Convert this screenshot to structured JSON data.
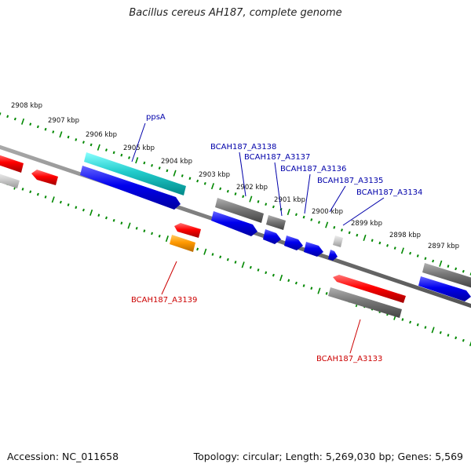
{
  "title": "Bacillus cereus AH187, complete genome",
  "footer": {
    "accession": "Accession: NC_011658",
    "topology": "Topology: circular; Length: 5,269,030 bp; Genes: 5,569"
  },
  "colors": {
    "forward_label": "#0000aa",
    "reverse_label": "#cc0000",
    "tick_dots": "#008800"
  },
  "tick_labels": [
    "2908 kbp",
    "2907 kbp",
    "2906 kbp",
    "2905 kbp",
    "2904 kbp",
    "2903 kbp",
    "2902 kbp",
    "2901 kbp",
    "2900 kbp",
    "2899 kbp",
    "2898 kbp",
    "2897 kbp"
  ],
  "gene_labels": {
    "ppsA": "ppsA",
    "a3138": "BCAH187_A3138",
    "a3137": "BCAH187_A3137",
    "a3136": "BCAH187_A3136",
    "a3135": "BCAH187_A3135",
    "a3134": "BCAH187_A3134",
    "a3139": "BCAH187_A3139",
    "a3133": "BCAH187_A3133"
  }
}
